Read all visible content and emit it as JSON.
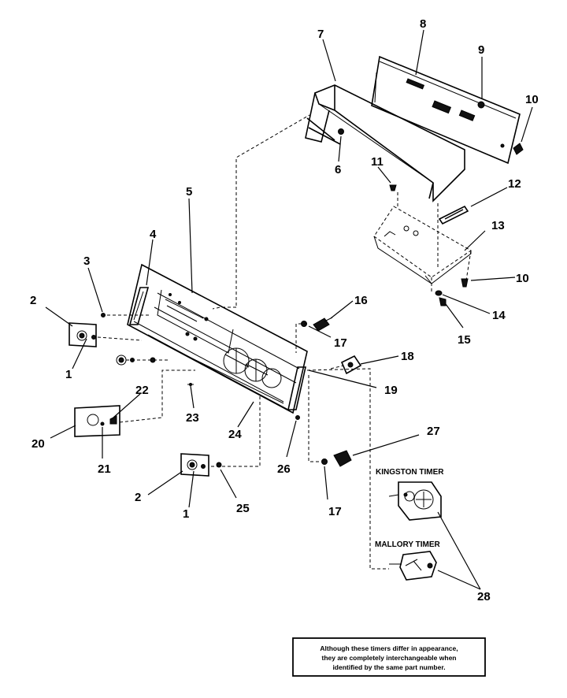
{
  "callouts": {
    "c1a": "1",
    "c1b": "1",
    "c2a": "2",
    "c2b": "2",
    "c3": "3",
    "c4": "4",
    "c5": "5",
    "c6": "6",
    "c7": "7",
    "c8": "8",
    "c9": "9",
    "c10a": "10",
    "c10b": "10",
    "c11": "11",
    "c12": "12",
    "c13": "13",
    "c14": "14",
    "c15": "15",
    "c16": "16",
    "c17a": "17",
    "c17b": "17",
    "c18": "18",
    "c19": "19",
    "c20": "20",
    "c21": "21",
    "c22": "22",
    "c23": "23",
    "c24": "24",
    "c25": "25",
    "c26": "26",
    "c27": "27",
    "c28": "28"
  },
  "captions": {
    "kingston": "KINGSTON TIMER",
    "mallory": "MALLORY TIMER"
  },
  "note": {
    "line1": "Although these timers differ in appearance,",
    "line2": "they are completely interchangeable when",
    "line3": "identified by the same part number."
  }
}
